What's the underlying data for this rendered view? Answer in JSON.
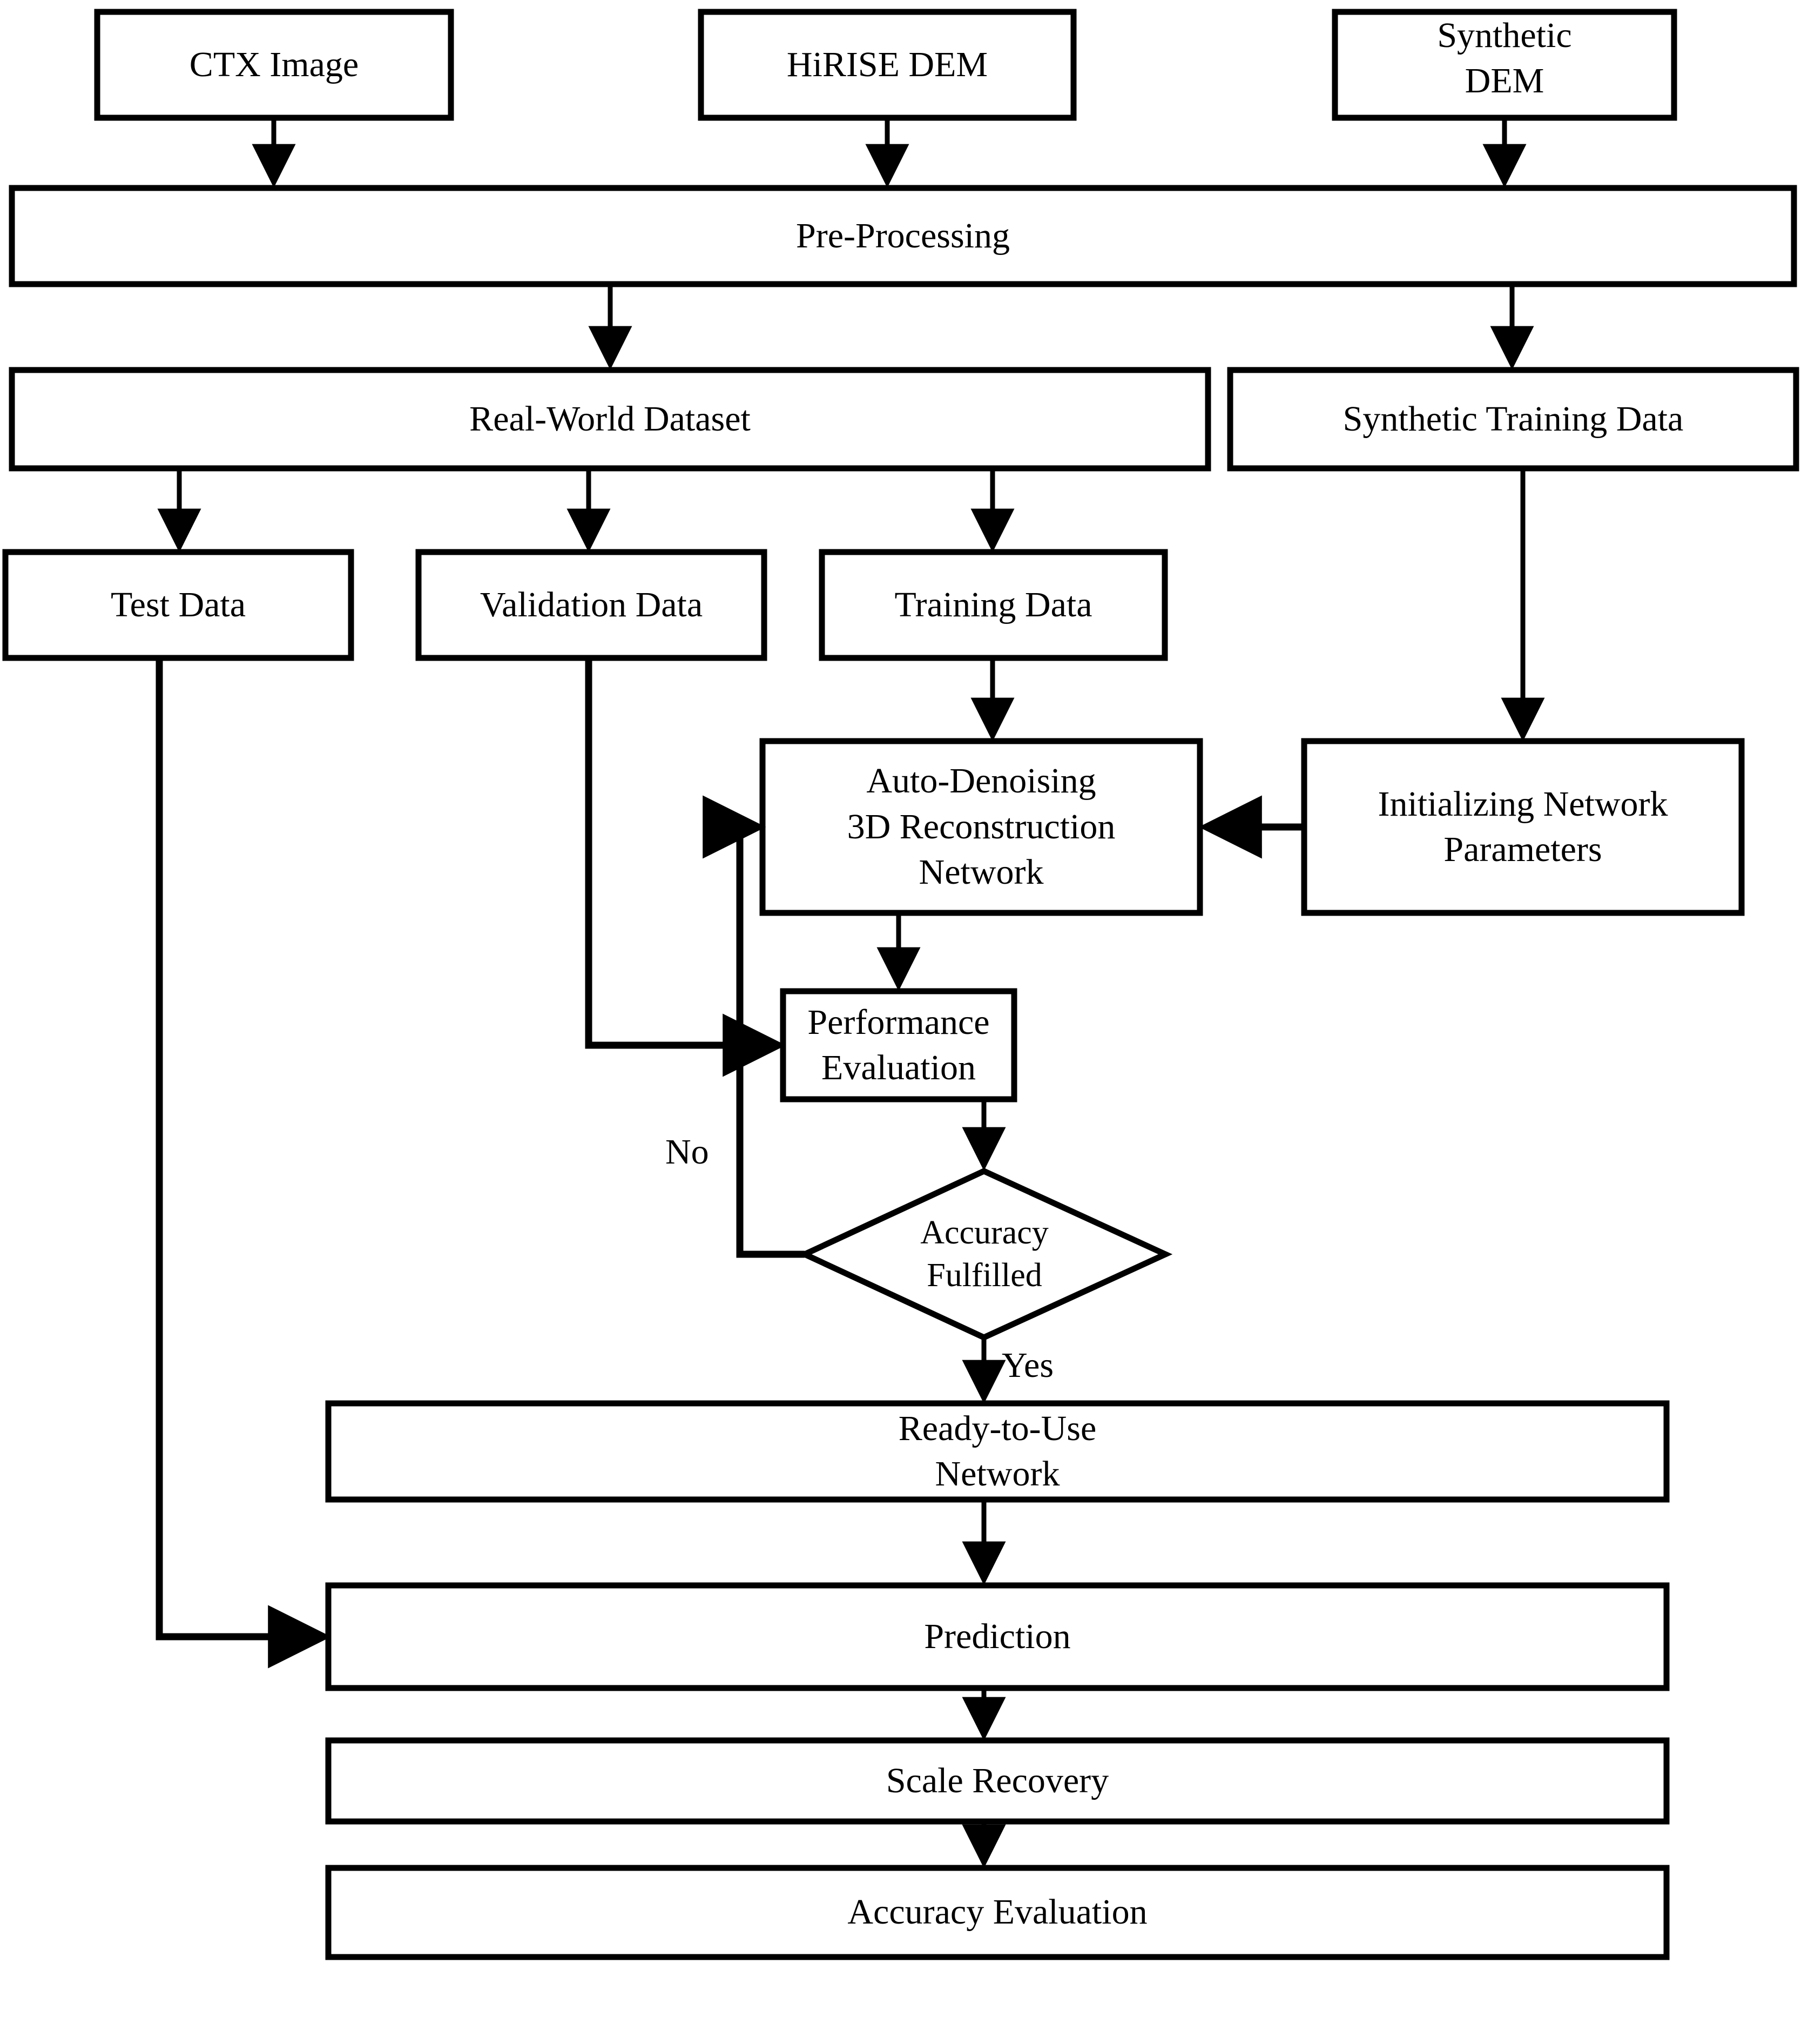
{
  "diagram": {
    "title": "Auto-Denoising 3D Reconstruction Network Workflow",
    "type": "flowchart",
    "stroke_color": "#000000",
    "fill_color": "#ffffff",
    "background": "#ffffff"
  },
  "nodes": {
    "ctx_image": "CTX Image",
    "hirise_dem": "HiRISE DEM",
    "synthetic_dem": "Synthetic\nDEM",
    "pre_processing": "Pre-Processing",
    "real_world_dataset": "Real-World Dataset",
    "synthetic_training_data": "Synthetic Training Data",
    "test_data": "Test Data",
    "validation_data": "Validation Data",
    "training_data": "Training Data",
    "auto_denoising_network": "Auto-Denoising\n3D Reconstruction\nNetwork",
    "initializing_network_parameters": "Initializing Network\nParameters",
    "performance_evaluation": "Performance\nEvaluation",
    "accuracy_fulfilled": "Accuracy\nFulfilled",
    "ready_to_use_network": "Ready-to-Use\nNetwork",
    "prediction": "Prediction",
    "scale_recovery": "Scale Recovery",
    "accuracy_evaluation": "Accuracy Evaluation"
  },
  "edge_labels": {
    "no": "No",
    "yes": "Yes"
  },
  "chart_data": {
    "type": "diagram",
    "nodes": [
      {
        "id": "ctx_image",
        "label": "CTX Image",
        "shape": "rect"
      },
      {
        "id": "hirise_dem",
        "label": "HiRISE DEM",
        "shape": "rect"
      },
      {
        "id": "synthetic_dem",
        "label": "Synthetic DEM",
        "shape": "rect"
      },
      {
        "id": "pre_processing",
        "label": "Pre-Processing",
        "shape": "rect"
      },
      {
        "id": "real_world_dataset",
        "label": "Real-World Dataset",
        "shape": "rect"
      },
      {
        "id": "synthetic_training_data",
        "label": "Synthetic Training Data",
        "shape": "rect"
      },
      {
        "id": "test_data",
        "label": "Test Data",
        "shape": "rect"
      },
      {
        "id": "validation_data",
        "label": "Validation Data",
        "shape": "rect"
      },
      {
        "id": "training_data",
        "label": "Training Data",
        "shape": "rect"
      },
      {
        "id": "auto_denoising_network",
        "label": "Auto-Denoising 3D Reconstruction Network",
        "shape": "rect"
      },
      {
        "id": "initializing_network_parameters",
        "label": "Initializing Network Parameters",
        "shape": "rect"
      },
      {
        "id": "performance_evaluation",
        "label": "Performance Evaluation",
        "shape": "rect"
      },
      {
        "id": "accuracy_fulfilled",
        "label": "Accuracy Fulfilled",
        "shape": "diamond"
      },
      {
        "id": "ready_to_use_network",
        "label": "Ready-to-Use Network",
        "shape": "rect"
      },
      {
        "id": "prediction",
        "label": "Prediction",
        "shape": "rect"
      },
      {
        "id": "scale_recovery",
        "label": "Scale Recovery",
        "shape": "rect"
      },
      {
        "id": "accuracy_evaluation",
        "label": "Accuracy Evaluation",
        "shape": "rect"
      }
    ],
    "edges": [
      {
        "from": "ctx_image",
        "to": "pre_processing",
        "label": ""
      },
      {
        "from": "hirise_dem",
        "to": "pre_processing",
        "label": ""
      },
      {
        "from": "synthetic_dem",
        "to": "pre_processing",
        "label": ""
      },
      {
        "from": "pre_processing",
        "to": "real_world_dataset",
        "label": ""
      },
      {
        "from": "pre_processing",
        "to": "synthetic_training_data",
        "label": ""
      },
      {
        "from": "real_world_dataset",
        "to": "test_data",
        "label": ""
      },
      {
        "from": "real_world_dataset",
        "to": "validation_data",
        "label": ""
      },
      {
        "from": "real_world_dataset",
        "to": "training_data",
        "label": ""
      },
      {
        "from": "training_data",
        "to": "auto_denoising_network",
        "label": ""
      },
      {
        "from": "synthetic_training_data",
        "to": "initializing_network_parameters",
        "label": ""
      },
      {
        "from": "initializing_network_parameters",
        "to": "auto_denoising_network",
        "label": ""
      },
      {
        "from": "auto_denoising_network",
        "to": "performance_evaluation",
        "label": ""
      },
      {
        "from": "validation_data",
        "to": "performance_evaluation",
        "label": ""
      },
      {
        "from": "performance_evaluation",
        "to": "accuracy_fulfilled",
        "label": ""
      },
      {
        "from": "accuracy_fulfilled",
        "to": "auto_denoising_network",
        "label": "No"
      },
      {
        "from": "accuracy_fulfilled",
        "to": "ready_to_use_network",
        "label": "Yes"
      },
      {
        "from": "ready_to_use_network",
        "to": "prediction",
        "label": ""
      },
      {
        "from": "test_data",
        "to": "prediction",
        "label": ""
      },
      {
        "from": "prediction",
        "to": "scale_recovery",
        "label": ""
      },
      {
        "from": "scale_recovery",
        "to": "accuracy_evaluation",
        "label": ""
      }
    ]
  }
}
